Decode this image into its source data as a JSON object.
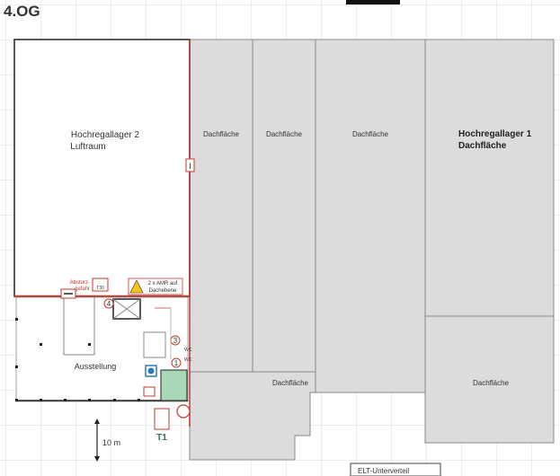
{
  "floor_label": "4.OG",
  "areas": {
    "hrl2_line1": "Hochregallager 2",
    "hrl2_line2": "Luftraum",
    "roof1": "Dachfläche",
    "roof2": "Dachfläche",
    "roof3": "Dachfläche",
    "hrl1_line1": "Hochregallager 1",
    "hrl1_line2": "Dachfläche",
    "roof_lower": "Dachfläche",
    "roof_right_lower": "Dachfläche",
    "exhibition": "Ausstellung"
  },
  "markers": {
    "fall_line1": "Absturz-",
    "fall_line2": "gefahr",
    "door_rating": "T30",
    "amr_line1": "2 x AMR auf",
    "amr_line2": "Dachebene",
    "wc1": "WC",
    "wc2": "WC",
    "stair": "T1",
    "num1": "1",
    "num3": "3",
    "num4": "4",
    "section_marker": "I",
    "scale": "10 m",
    "legend_partial": "ELT-Unterverteil"
  },
  "colors": {
    "wall_red": "#c0392b",
    "roof_gray": "#dcdcdc",
    "stair_green": "#a8d8b8",
    "label_green": "#1a7a4a"
  }
}
